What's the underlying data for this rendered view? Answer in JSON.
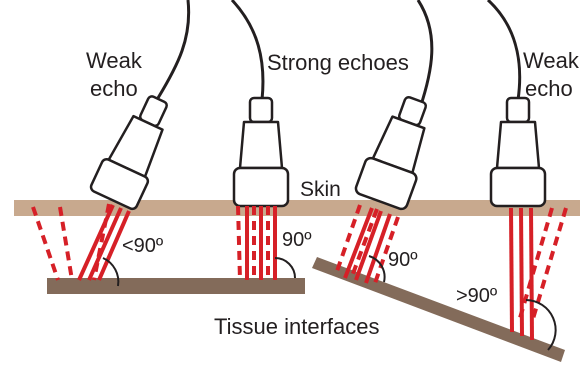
{
  "labels": {
    "weak_echo_left_line1": "Weak",
    "weak_echo_left_line2": "echo",
    "strong_echoes": "Strong echoes",
    "weak_echo_right_line1": "Weak",
    "weak_echo_right_line2": "echo",
    "skin": "Skin",
    "angle_lt90": "<90º",
    "angle_90_a": "90º",
    "angle_90_b": "90º",
    "angle_gt90": ">90º",
    "tissue_interfaces": "Tissue interfaces"
  },
  "colors": {
    "skin": "#c8a98e",
    "tissue": "#836b5a",
    "beam": "#d62027",
    "probe_outline": "#231f20",
    "probe_fill": "#ffffff"
  }
}
